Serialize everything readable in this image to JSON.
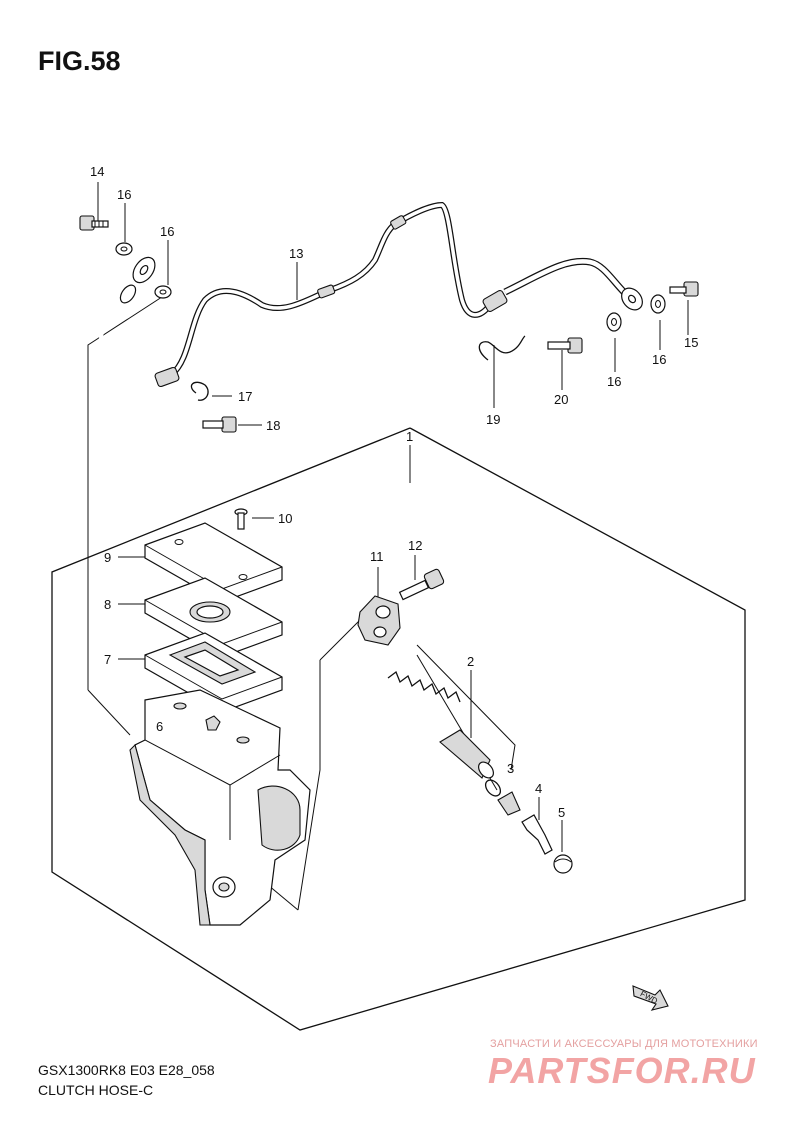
{
  "figure": {
    "title": "FIG.58"
  },
  "footer": {
    "model_code": "GSX1300RK8 E03 E28_058",
    "section_name": "CLUTCH HOSE-C"
  },
  "watermark": {
    "caption": "ЗАПЧАСТИ И АКСЕССУАРЫ ДЛЯ МОТОТЕХНИКИ",
    "logo": "PARTSFOR.RU",
    "color": "#f2a4a4"
  },
  "fwd_arrow": {
    "label": "FWD"
  },
  "callouts": {
    "c1": "1",
    "c2": "2",
    "c3": "3",
    "c4": "4",
    "c5": "5",
    "c6": "6",
    "c7": "7",
    "c8": "8",
    "c9": "9",
    "c10": "10",
    "c11": "11",
    "c12": "12",
    "c13": "13",
    "c14": "14",
    "c15": "15",
    "c16a": "16",
    "c16b": "16",
    "c16c": "16",
    "c16d": "16",
    "c17": "17",
    "c18": "18",
    "c19": "19",
    "c20": "20"
  }
}
